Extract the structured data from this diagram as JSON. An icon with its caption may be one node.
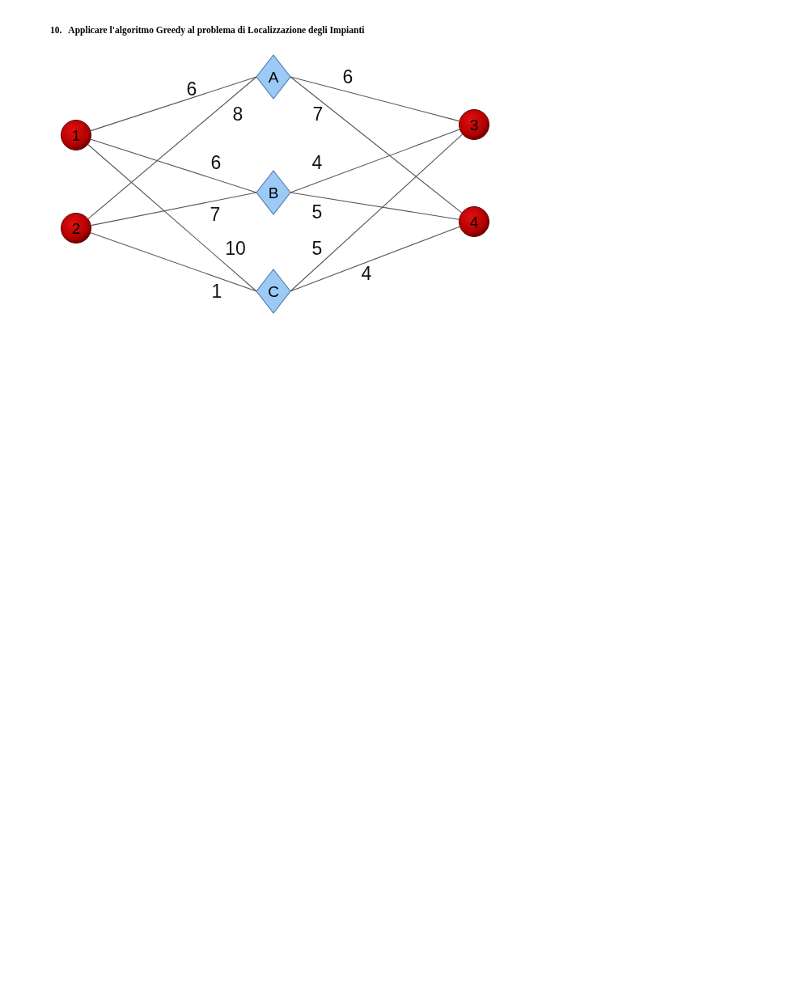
{
  "diagram": {
    "title": "10.   Applicare l'algoritmo Greedy al problema di Localizzazione degli Impianti",
    "nodes": [
      {
        "text": [
          "1"
        ]
      },
      {
        "text": [
          "2"
        ]
      },
      {
        "text": [
          "A"
        ]
      },
      {
        "text": [
          "B"
        ]
      },
      {
        "text": [
          "C"
        ]
      },
      {
        "text": [
          "3"
        ]
      },
      {
        "text": [
          "4"
        ]
      }
    ],
    "edges": [
      {
        "from": 0,
        "to": 2,
        "arrow": "none",
        "label": "6"
      },
      {
        "from": 1,
        "to": 2,
        "arrow": "none",
        "label": "8"
      },
      {
        "from": 2,
        "to": 6,
        "arrow": "none",
        "label": "7"
      },
      {
        "from": 2,
        "to": 5,
        "arrow": "none",
        "label": "6"
      },
      {
        "from": 0,
        "to": 3,
        "arrow": "none",
        "label": "6"
      },
      {
        "from": 3,
        "to": 5,
        "arrow": "none",
        "label": "4"
      },
      {
        "from": 1,
        "to": 3,
        "arrow": "none",
        "label": "7"
      },
      {
        "from": 3,
        "to": 6,
        "arrow": "none",
        "label": "5"
      },
      {
        "from": 0,
        "to": 4,
        "arrow": "none",
        "label": "10"
      },
      {
        "from": 4,
        "to": 5,
        "arrow": "none",
        "label": "5"
      },
      {
        "from": 1,
        "to": 4,
        "arrow": "none",
        "label": "1"
      },
      {
        "from": 4,
        "to": 6,
        "arrow": "none",
        "label": "4"
      }
    ]
  }
}
